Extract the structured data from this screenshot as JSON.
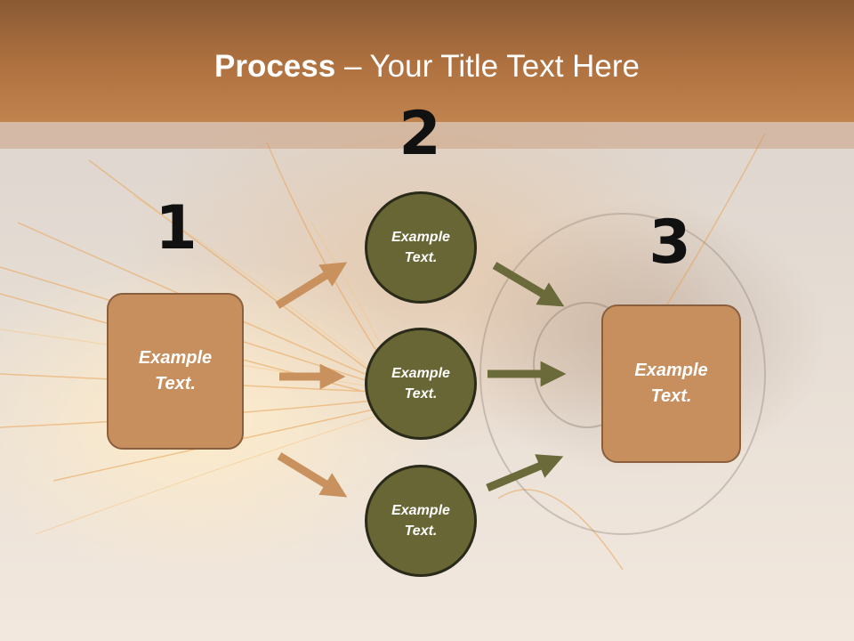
{
  "slide": {
    "title_bold": "Process",
    "title_rest": " – Your Title Text Here"
  },
  "steps": {
    "num1": "1",
    "num2": "2",
    "num3": "3"
  },
  "shapes": {
    "box_left": "Example\nText.",
    "circle_top": "Example\nText.",
    "circle_middle": "Example\nText.",
    "circle_bottom": "Example\nText.",
    "box_right": "Example\nText."
  },
  "colors": {
    "title_bar": "#b07240",
    "box_fill": "#c88f5e",
    "circle_fill": "#676634",
    "arrow_left": "#c8915e",
    "arrow_right": "#6b6a3a"
  }
}
